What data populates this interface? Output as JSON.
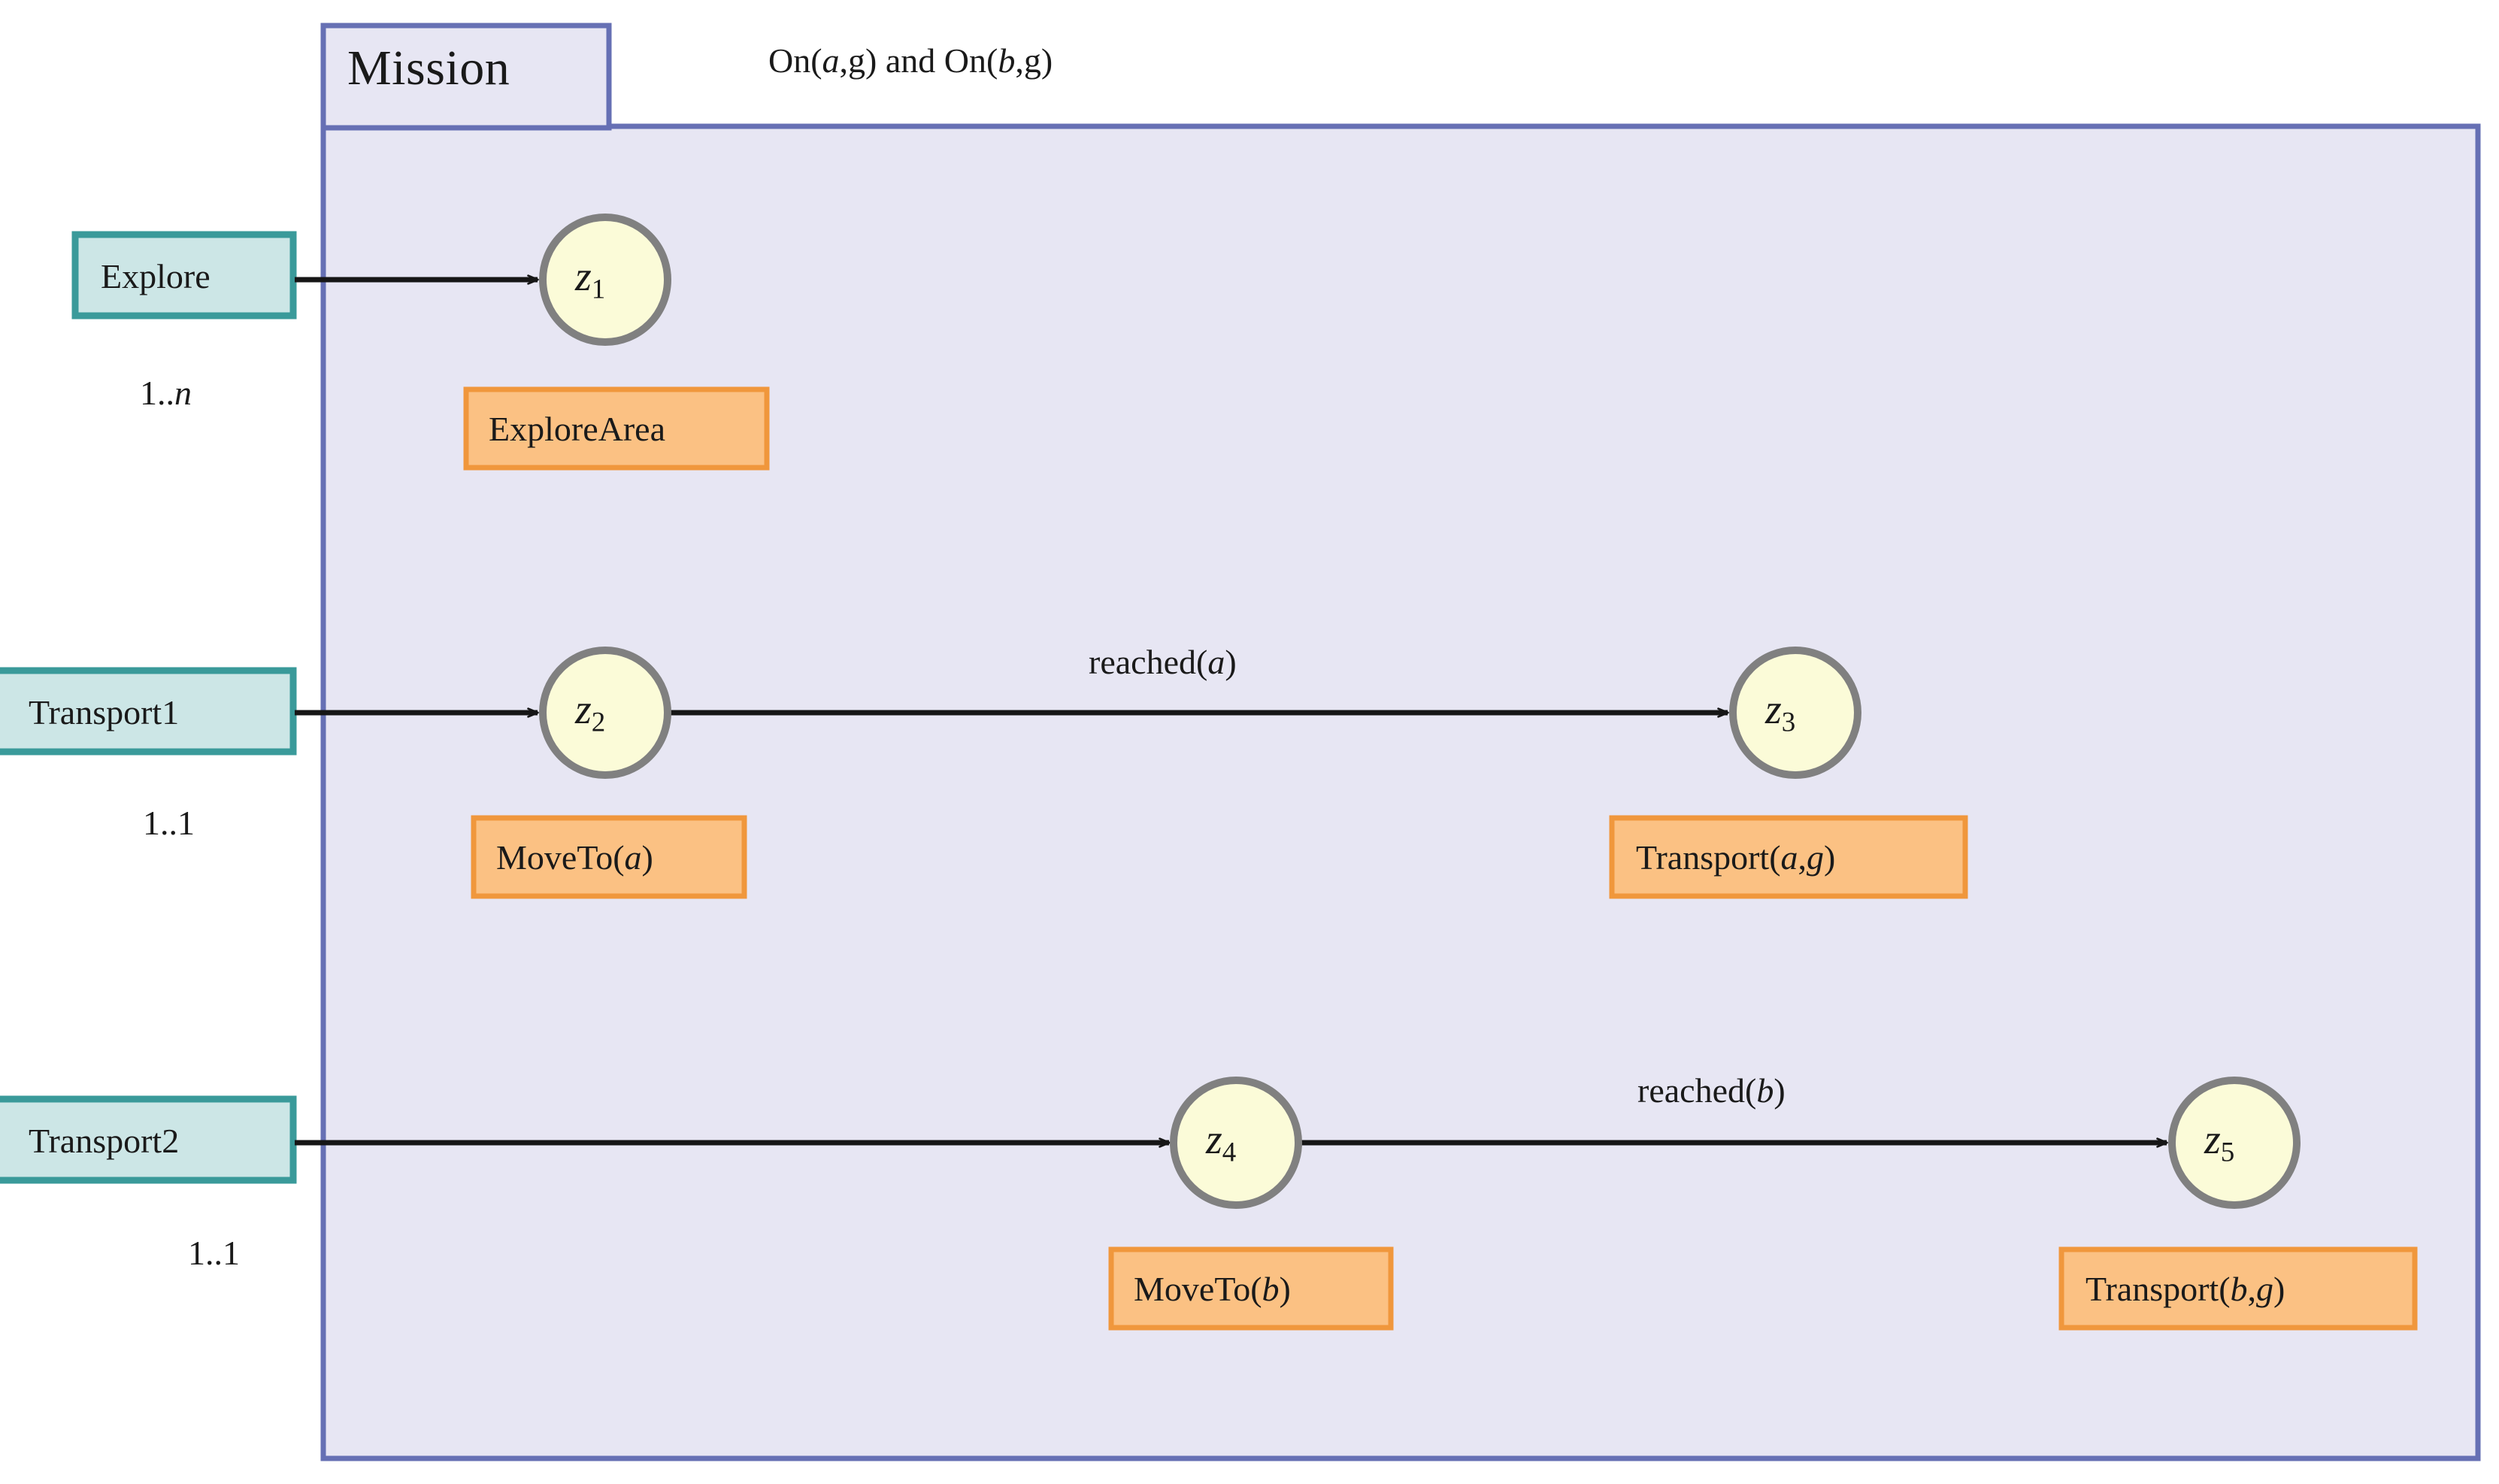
{
  "diagram": {
    "type": "uml-state-machine-mission-diagram",
    "container": {
      "name": "mission-container",
      "title": "Mission",
      "goal_formula_plain": "On(a,g) and On(b,g)",
      "goal_formula_parts": [
        {
          "text": "On(",
          "italic": false
        },
        {
          "text": "a",
          "italic": true
        },
        {
          "text": ",g) and On(",
          "italic": false
        },
        {
          "text": "b",
          "italic": true
        },
        {
          "text": ",g)",
          "italic": false
        }
      ],
      "fill_color": "#e7e6f3",
      "border_color": "#6670b4"
    },
    "use_cases": [
      {
        "id": "explore",
        "label": "Explore",
        "multiplicity_plain": "1..n",
        "multiplicity_parts": [
          {
            "text": "1..",
            "italic": false
          },
          {
            "text": "n",
            "italic": true
          }
        ],
        "fill_color": "#cce6e6",
        "border_color": "#3a9a9a"
      },
      {
        "id": "transport1",
        "label": "Transport1",
        "multiplicity_plain": "1..1",
        "multiplicity_parts": [
          {
            "text": "1..1",
            "italic": false
          }
        ],
        "fill_color": "#cce6e6",
        "border_color": "#3a9a9a"
      },
      {
        "id": "transport2",
        "label": "Transport2",
        "multiplicity_plain": "1..1",
        "multiplicity_parts": [
          {
            "text": "1..1",
            "italic": false
          }
        ],
        "fill_color": "#cce6e6",
        "border_color": "#3a9a9a"
      }
    ],
    "states": [
      {
        "id": "z1",
        "base": "z",
        "subscript": "1",
        "fill_color": "#fbfbd8",
        "border_color": "#808080"
      },
      {
        "id": "z2",
        "base": "z",
        "subscript": "2",
        "fill_color": "#fbfbd8",
        "border_color": "#808080"
      },
      {
        "id": "z3",
        "base": "z",
        "subscript": "3",
        "fill_color": "#fbfbd8",
        "border_color": "#808080"
      },
      {
        "id": "z4",
        "base": "z",
        "subscript": "4",
        "fill_color": "#fbfbd8",
        "border_color": "#808080"
      },
      {
        "id": "z5",
        "base": "z",
        "subscript": "5",
        "fill_color": "#fbfbd8",
        "border_color": "#808080"
      }
    ],
    "actions": [
      {
        "id": "action-explore-area",
        "state": "z1",
        "plain": "ExploreArea",
        "parts": [
          {
            "text": "ExploreArea",
            "italic": false
          }
        ],
        "fill_color": "#fbc183",
        "border_color": "#f0973c"
      },
      {
        "id": "action-moveto-a",
        "state": "z2",
        "plain": "MoveTo(a)",
        "parts": [
          {
            "text": "MoveTo(",
            "italic": false
          },
          {
            "text": "a",
            "italic": true
          },
          {
            "text": ")",
            "italic": false
          }
        ],
        "fill_color": "#fbc183",
        "border_color": "#f0973c"
      },
      {
        "id": "action-transport-a-g",
        "state": "z3",
        "plain": "Transport(a,g)",
        "parts": [
          {
            "text": "Transport(",
            "italic": false
          },
          {
            "text": "a",
            "italic": true
          },
          {
            "text": ",",
            "italic": false
          },
          {
            "text": "g",
            "italic": true
          },
          {
            "text": ")",
            "italic": false
          }
        ],
        "fill_color": "#fbc183",
        "border_color": "#f0973c"
      },
      {
        "id": "action-moveto-b",
        "state": "z4",
        "plain": "MoveTo(b)",
        "parts": [
          {
            "text": "MoveTo(",
            "italic": false
          },
          {
            "text": "b",
            "italic": true
          },
          {
            "text": ")",
            "italic": false
          }
        ],
        "fill_color": "#fbc183",
        "border_color": "#f0973c"
      },
      {
        "id": "action-transport-b-g",
        "state": "z5",
        "plain": "Transport(b,g)",
        "parts": [
          {
            "text": "Transport(",
            "italic": false
          },
          {
            "text": "b",
            "italic": true
          },
          {
            "text": ",",
            "italic": false
          },
          {
            "text": "g",
            "italic": true
          },
          {
            "text": ")",
            "italic": false
          }
        ],
        "fill_color": "#fbc183",
        "border_color": "#f0973c"
      }
    ],
    "transitions": [
      {
        "id": "t-explore-z1",
        "from": "explore",
        "to": "z1",
        "label_plain": "",
        "label_parts": []
      },
      {
        "id": "t-transport1-z2",
        "from": "transport1",
        "to": "z2",
        "label_plain": "",
        "label_parts": []
      },
      {
        "id": "t-z2-z3",
        "from": "z2",
        "to": "z3",
        "label_plain": "reached(a)",
        "label_parts": [
          {
            "text": "reached(",
            "italic": false
          },
          {
            "text": "a",
            "italic": true
          },
          {
            "text": ")",
            "italic": false
          }
        ]
      },
      {
        "id": "t-transport2-z4",
        "from": "transport2",
        "to": "z4",
        "label_plain": "",
        "label_parts": []
      },
      {
        "id": "t-z4-z5",
        "from": "z4",
        "to": "z5",
        "label_plain": "reached(b)",
        "label_parts": [
          {
            "text": "reached(",
            "italic": false
          },
          {
            "text": "b",
            "italic": true
          },
          {
            "text": ")",
            "italic": false
          }
        ]
      }
    ],
    "colors": {
      "background": "#ffffff",
      "arrow": "#161616",
      "text": "#1a1a1a"
    }
  }
}
